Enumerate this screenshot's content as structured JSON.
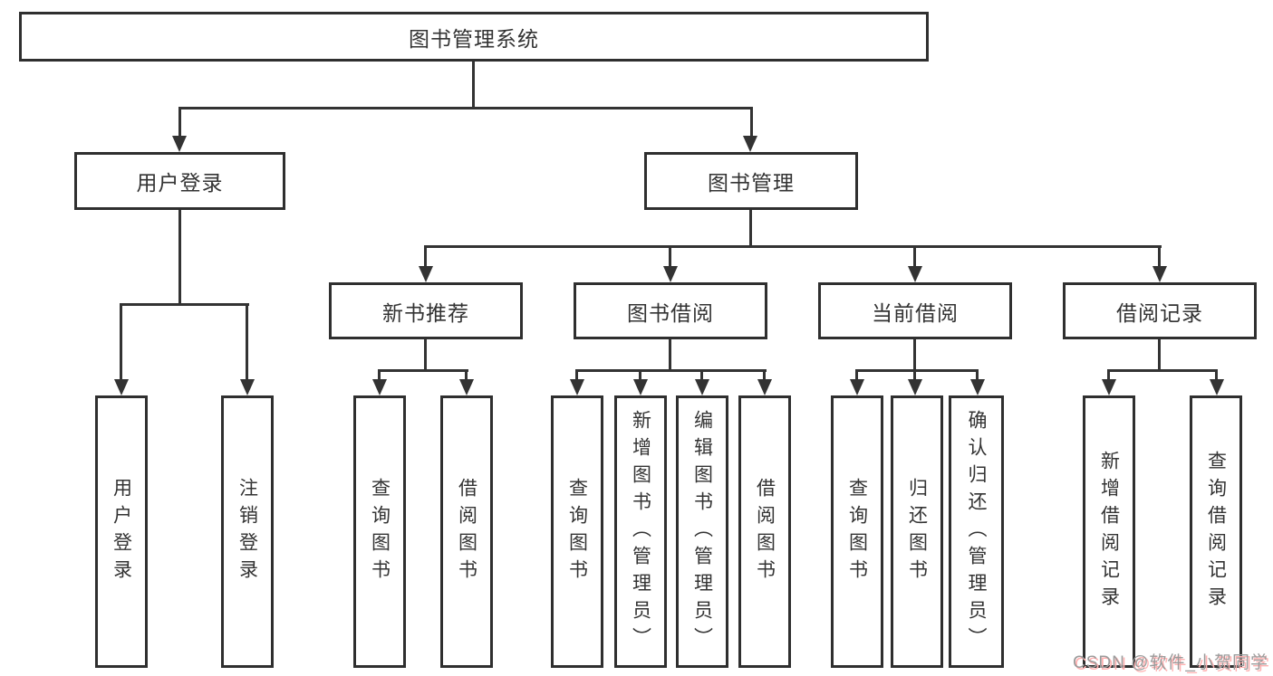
{
  "tree": {
    "label": "图书管理系统",
    "children": [
      {
        "label": "用户登录",
        "children": [
          {
            "label": "用户登录"
          },
          {
            "label": "注销登录"
          }
        ]
      },
      {
        "label": "图书管理",
        "children": [
          {
            "label": "新书推荐",
            "children": [
              {
                "label": "查询图书"
              },
              {
                "label": "借阅图书"
              }
            ]
          },
          {
            "label": "图书借阅",
            "children": [
              {
                "label": "查询图书"
              },
              {
                "label": "新增图书（管理员）"
              },
              {
                "label": "编辑图书（管理员）"
              },
              {
                "label": "借阅图书"
              }
            ]
          },
          {
            "label": "当前借阅",
            "children": [
              {
                "label": "查询图书"
              },
              {
                "label": "归还图书"
              },
              {
                "label": "确认归还（管理员）"
              }
            ]
          },
          {
            "label": "借阅记录",
            "children": [
              {
                "label": "新增借阅记录"
              },
              {
                "label": "查询借阅记录"
              }
            ]
          }
        ]
      }
    ]
  },
  "watermark": {
    "text": "CSDN @软件_小贺同学"
  },
  "colors": {
    "line": "#333333",
    "box_border": "#2f2f2f",
    "text": "#333333",
    "background": "#ffffff",
    "watermark_text": "#9b9b9b",
    "watermark_shadow": "#ffb1b1"
  }
}
